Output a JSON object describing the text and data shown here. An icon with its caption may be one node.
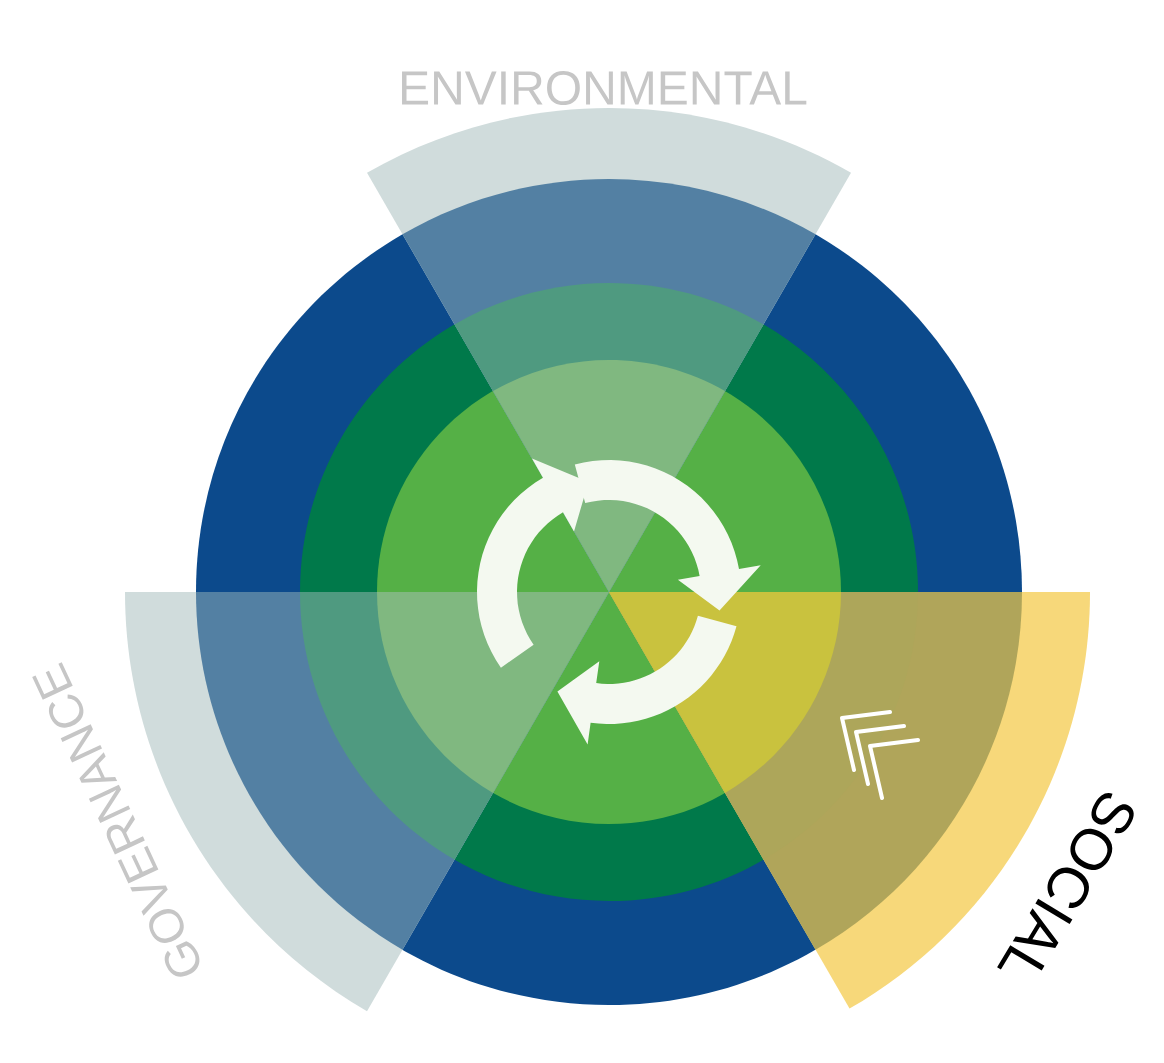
{
  "diagram": {
    "nodes": [
      {
        "text": [
          "ENVIRONMENTAL"
        ]
      },
      {
        "text": [
          "GOVERNANCE"
        ]
      },
      {
        "text": [
          "SOCIAL"
        ]
      }
    ]
  }
}
